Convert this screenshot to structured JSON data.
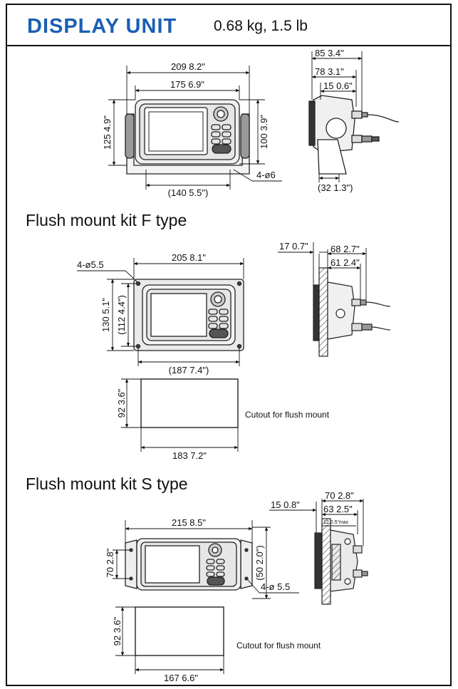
{
  "header": {
    "title": "DISPLAY UNIT",
    "weight": "0.68 kg, 1.5 lb"
  },
  "sections": {
    "flush_f": "Flush mount kit F type",
    "flush_s": "Flush mount kit S type"
  },
  "display": {
    "dim_209": "209  8.2\"",
    "dim_175": "175  6.9\"",
    "dim_125": "125  4.9\"",
    "dim_100": "100  3.9\"",
    "dim_140": "(140  5.5\")",
    "dim_hole": "4-ø6",
    "dim_85": "85  3.4\"",
    "dim_78": "78  3.1\"",
    "dim_15": "15  0.6\"",
    "dim_32": "(32  1.3\")"
  },
  "flush_f": {
    "dim_hole": "4-ø5.5",
    "dim_205": "205  8.1\"",
    "dim_130": "130  5.1\"",
    "dim_112": "(112  4.4\")",
    "dim_187": "(187  7.4\")",
    "dim_17": "17  0.7\"",
    "dim_68": "68  2.7\"",
    "dim_61": "61  2.4\"",
    "cut_92": "92  3.6\"",
    "cut_183": "183  7.2\"",
    "cutout_label": "Cutout for flush mount"
  },
  "flush_s": {
    "dim_215": "215  8.5\"",
    "dim_70h": "70  2.8\"",
    "dim_50": "(50  2.0\")",
    "dim_hole": "4-ø 5.5",
    "dim_15": "15  0.8\"",
    "dim_70": "70  2.8\"",
    "dim_63": "63  2.5\"",
    "dim_12": "12 0.5\"max",
    "cut_92": "92 3.6\"",
    "cut_167": "167  6.6\"",
    "cutout_label": "Cutout for flush mount"
  }
}
